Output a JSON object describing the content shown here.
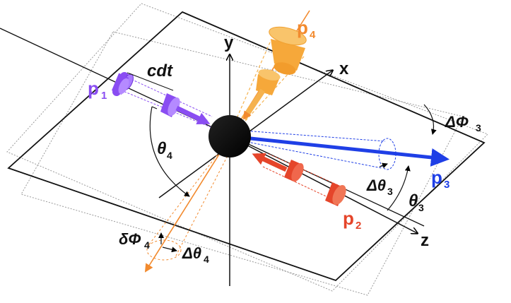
{
  "labels": {
    "y": "y",
    "x": "x",
    "z": "z",
    "p1_main": "p",
    "p1_sub": "1",
    "p2_main": "p",
    "p2_sub": "2",
    "p3_main": "p",
    "p3_sub": "3",
    "p4_main": "p",
    "p4_sub": "4",
    "cdt": "cdt",
    "theta4_main": "θ",
    "theta4_sub": "4",
    "theta3_main": "θ",
    "theta3_sub": "3",
    "dtheta3_main": "Δθ",
    "dtheta3_sub": "3",
    "dphi3_main": "ΔΦ",
    "dphi3_sub": "3",
    "dphi4_main": "δΦ",
    "dphi4_sub": "4",
    "dtheta4_main": "Δθ",
    "dtheta4_sub": "4"
  },
  "colors": {
    "purple": "#8a4df2",
    "orange": "#f28a2e",
    "light_orange": "#f5b24e",
    "red": "#e5452a",
    "blue": "#1f3fe6",
    "black": "#000000"
  },
  "icons": [
    "vertex-ball",
    "beam-pipe",
    "axis-arrow"
  ]
}
